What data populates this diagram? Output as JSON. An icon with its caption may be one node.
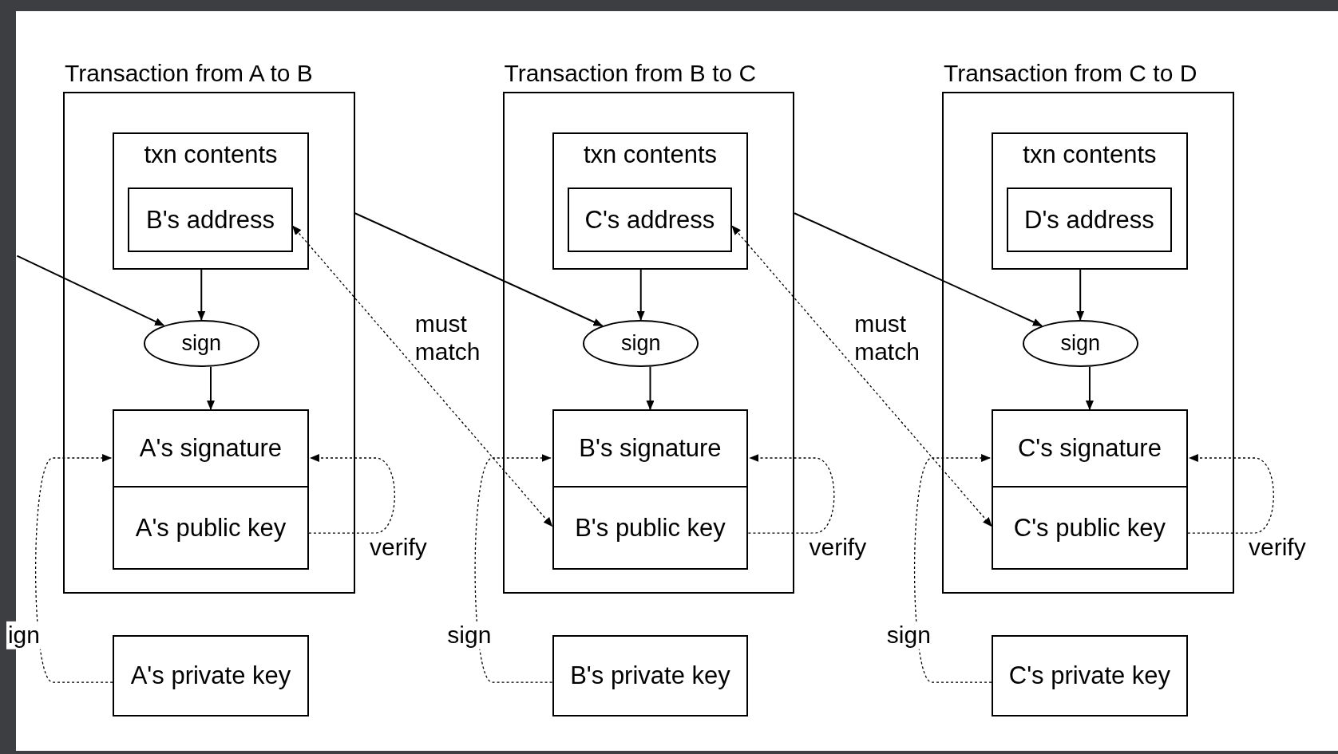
{
  "diagram": {
    "nodes": [
      {
        "text": [
          "Transaction from A to B"
        ]
      },
      {
        "text": [
          "txn contents"
        ],
        "in": 0
      },
      {
        "text": [
          "B's address"
        ],
        "in": 1
      },
      {
        "text": [
          "sign"
        ],
        "in": 0
      },
      {
        "text": [
          "A's signature"
        ],
        "in": 0
      },
      {
        "text": [
          "A's public key"
        ],
        "in": 0
      },
      {
        "text": [
          "A's private key"
        ]
      },
      {
        "text": [
          "Transaction from B to C"
        ]
      },
      {
        "text": [
          "txn contents"
        ],
        "in": 7
      },
      {
        "text": [
          "C's address"
        ],
        "in": 8
      },
      {
        "text": [
          "sign"
        ],
        "in": 7
      },
      {
        "text": [
          "B's signature"
        ],
        "in": 7
      },
      {
        "text": [
          "B's public key"
        ],
        "in": 7
      },
      {
        "text": [
          "B's private key"
        ]
      },
      {
        "text": [
          "Transaction from C to D"
        ]
      },
      {
        "text": [
          "txn contents"
        ],
        "in": 14
      },
      {
        "text": [
          "D's address"
        ],
        "in": 15
      },
      {
        "text": [
          "sign"
        ],
        "in": 14
      },
      {
        "text": [
          "C's signature"
        ],
        "in": 14
      },
      {
        "text": [
          "C's public key"
        ],
        "in": 14
      },
      {
        "text": [
          "C's private key"
        ]
      }
    ],
    "edges": [
      {
        "from": null,
        "to": 3,
        "arrow": "to"
      },
      {
        "from": 1,
        "to": 3,
        "arrow": "to"
      },
      {
        "from": 3,
        "to": 4,
        "arrow": "to"
      },
      {
        "from": 5,
        "to": 4,
        "arrow": "to",
        "style": "dashed",
        "label": "verify"
      },
      {
        "from": 6,
        "to": 4,
        "arrow": "to",
        "style": "dashed",
        "label": "ign"
      },
      {
        "from": 2,
        "to": 12,
        "arrow": "both",
        "style": "dashed",
        "label": "must match"
      },
      {
        "from": 0,
        "to": 10,
        "arrow": "to"
      },
      {
        "from": 8,
        "to": 10,
        "arrow": "to"
      },
      {
        "from": 10,
        "to": 11,
        "arrow": "to"
      },
      {
        "from": 12,
        "to": 11,
        "arrow": "to",
        "style": "dashed",
        "label": "verify"
      },
      {
        "from": 13,
        "to": 11,
        "arrow": "to",
        "style": "dashed",
        "label": "sign"
      },
      {
        "from": 9,
        "to": 19,
        "arrow": "both",
        "style": "dashed",
        "label": "must match"
      },
      {
        "from": 7,
        "to": 17,
        "arrow": "to"
      },
      {
        "from": 15,
        "to": 17,
        "arrow": "to"
      },
      {
        "from": 17,
        "to": 18,
        "arrow": "to"
      },
      {
        "from": 19,
        "to": 18,
        "arrow": "to",
        "style": "dashed",
        "label": "verify"
      },
      {
        "from": 20,
        "to": 18,
        "arrow": "to",
        "style": "dashed",
        "label": "sign"
      }
    ]
  }
}
